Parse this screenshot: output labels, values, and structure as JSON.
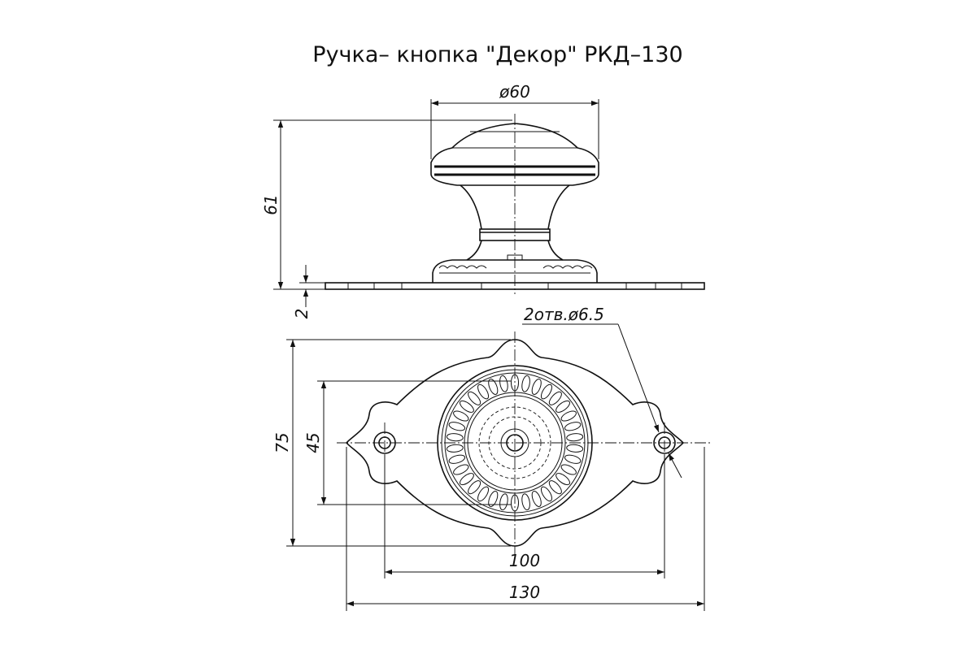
{
  "title": "Ручка– кнопка \"Декор\" РКД–130",
  "dimensions": {
    "knob_diameter": "ø60",
    "height": "61",
    "plate_thickness": "2",
    "holes": "2отв.ø6.5",
    "plate_height": "75",
    "rosette_diameter": "45",
    "hole_spacing": "100",
    "plate_width": "130"
  }
}
